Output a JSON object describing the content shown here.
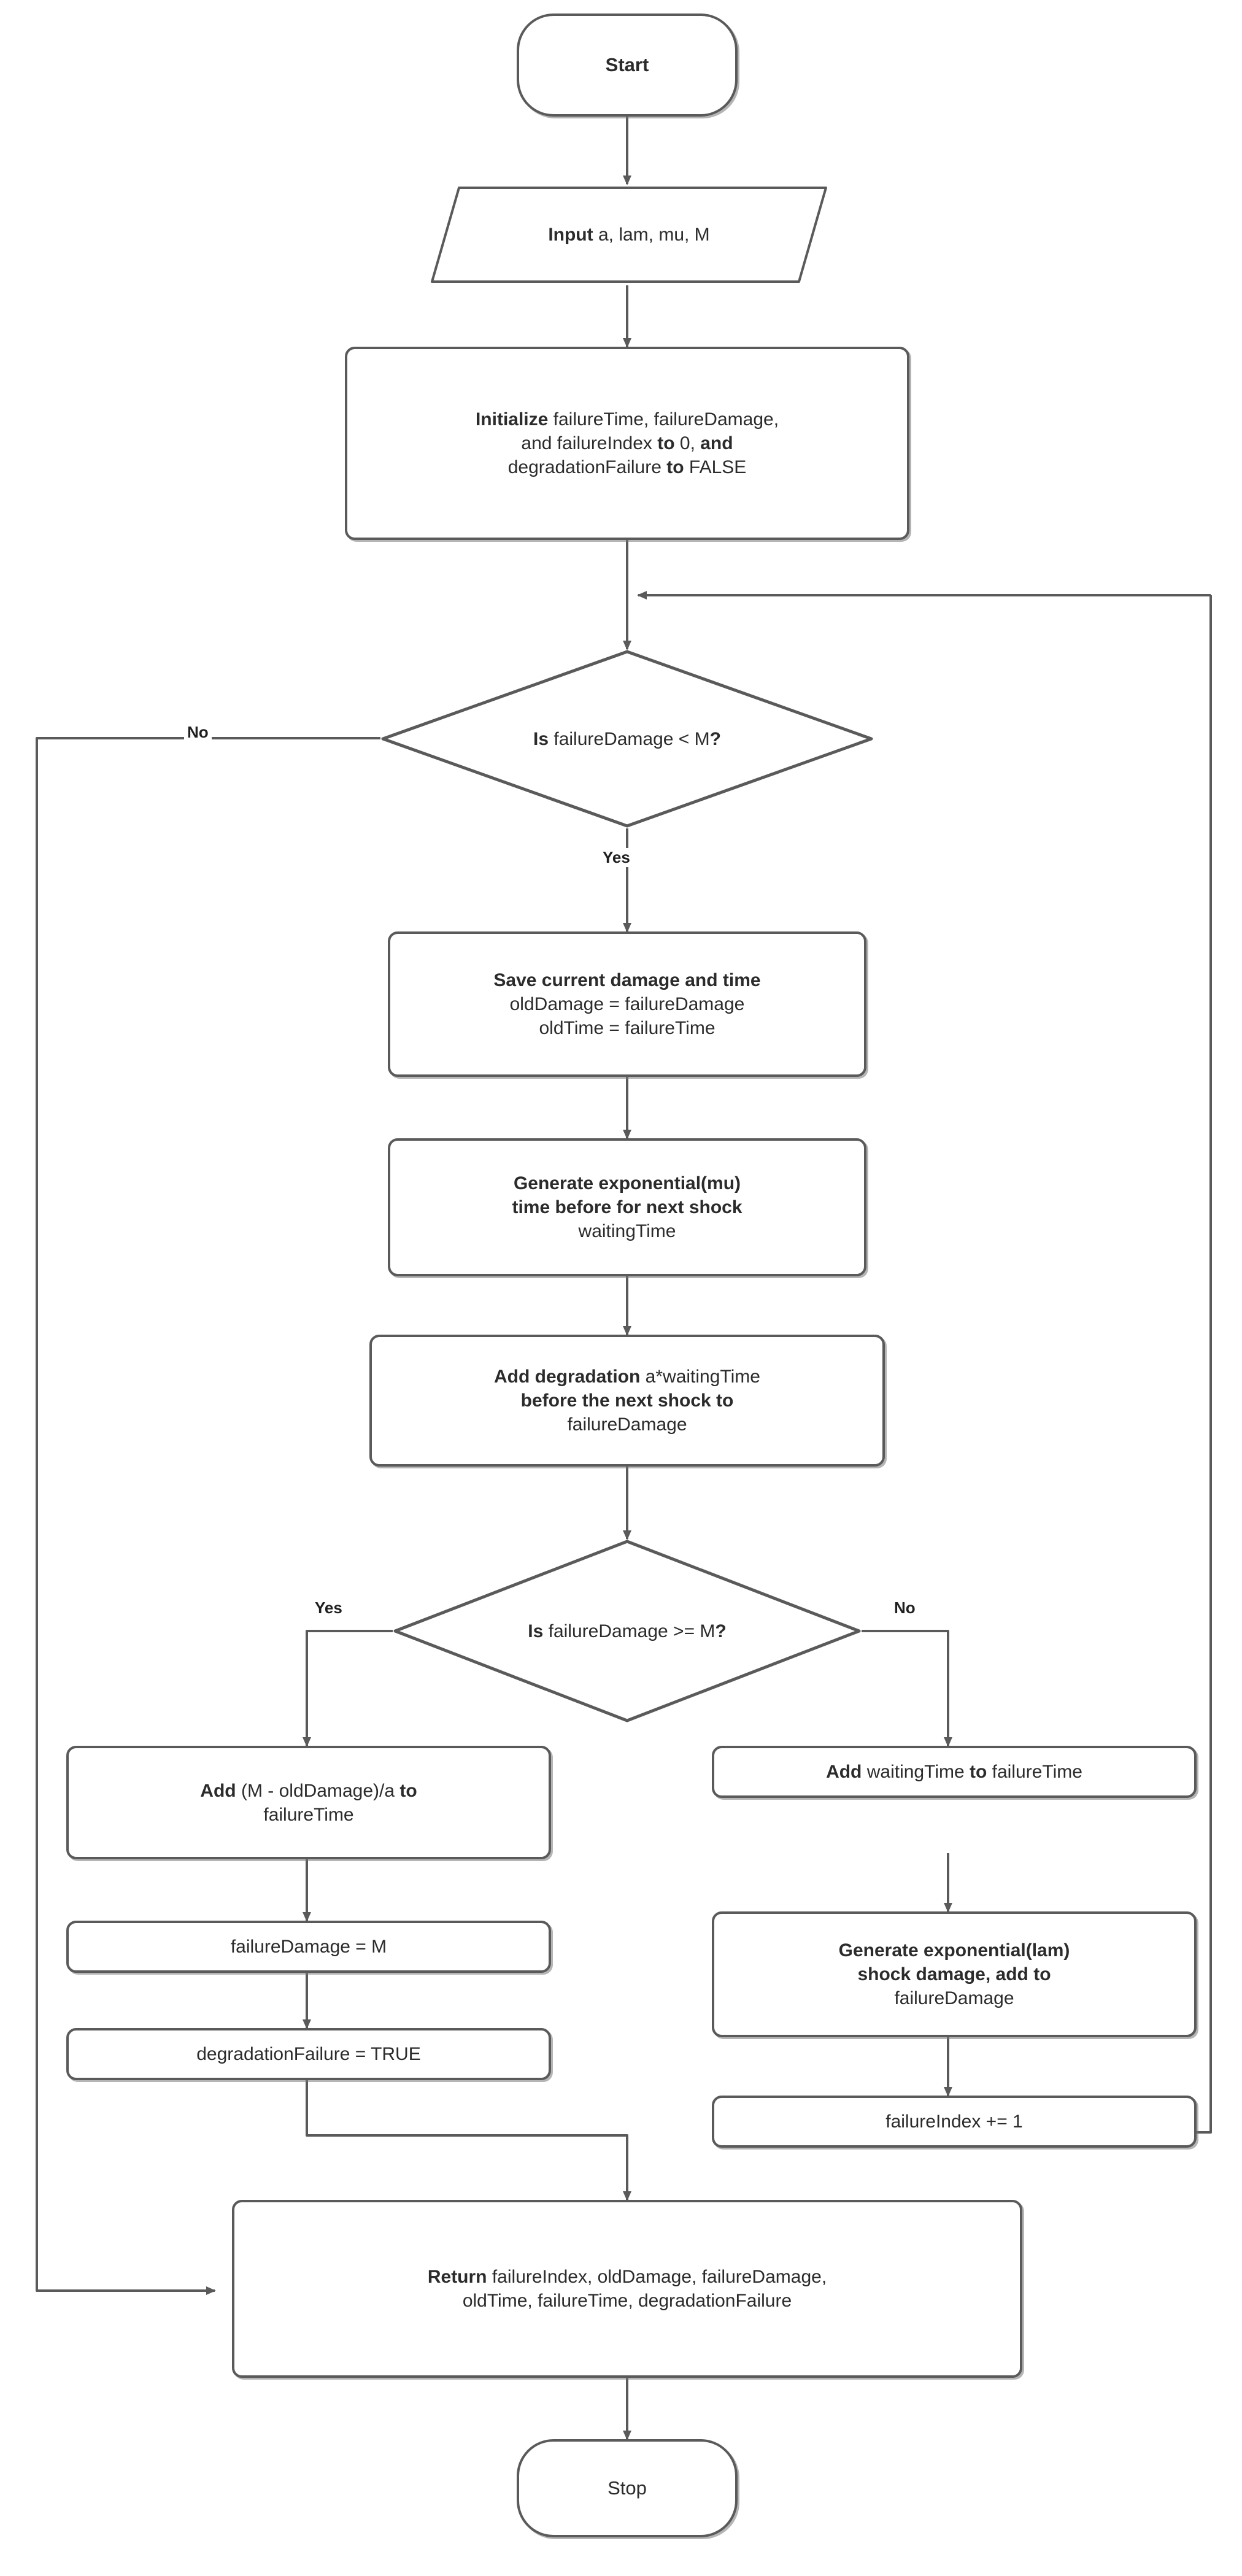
{
  "diagram": {
    "type": "flowchart",
    "title": "Shock and degradation failure simulation flowchart",
    "colors": {
      "stroke": "#5a5a5a",
      "text": "#2b2b2b",
      "background": "#ffffff",
      "edge": "#5a5a5a"
    },
    "nodes": {
      "start": {
        "label": "Start",
        "shape": "terminator"
      },
      "input": {
        "bold": "Input",
        "rest": " a, lam, mu, M",
        "shape": "parallelogram"
      },
      "initialize": {
        "shape": "process",
        "lines": [
          {
            "bold": "Initialize",
            "rest": " failureTime, failureDamage,"
          },
          {
            "pre": "and failureIndex ",
            "bold": "to",
            "rest": " 0, ",
            "bold2": "and"
          },
          {
            "pre": "degradationFailure ",
            "bold": "to",
            "rest": " FALSE"
          }
        ]
      },
      "decision1": {
        "bold": "Is",
        "rest": " failureDamage < M",
        "bold2": "?",
        "shape": "decision"
      },
      "save": {
        "shape": "process",
        "lines": [
          {
            "bold": "Save current damage and time"
          },
          {
            "rest": "oldDamage = failureDamage"
          },
          {
            "rest": "oldTime = failureTime"
          }
        ]
      },
      "gen_wait": {
        "shape": "process",
        "lines": [
          {
            "bold": "Generate exponential(mu)"
          },
          {
            "bold": "time before for next shock"
          },
          {
            "rest": "waitingTime"
          }
        ]
      },
      "add_degradation": {
        "shape": "process",
        "lines": [
          {
            "bold": "Add degradation",
            "rest": " a*waitingTime"
          },
          {
            "bold": "before the next shock to"
          },
          {
            "rest": "failureDamage"
          }
        ]
      },
      "decision2": {
        "bold": "Is",
        "rest": " failureDamage >= M",
        "bold2": "?",
        "shape": "decision"
      },
      "add_m_old": {
        "shape": "process",
        "lines": [
          {
            "bold": "Add",
            "rest": " (M - oldDamage)/a ",
            "bold2": "to"
          },
          {
            "rest": "failureTime"
          }
        ]
      },
      "set_damage_m": {
        "shape": "process",
        "lines": [
          {
            "rest": "failureDamage = M"
          }
        ]
      },
      "set_degradation_true": {
        "shape": "process",
        "lines": [
          {
            "rest": "degradationFailure = TRUE"
          }
        ]
      },
      "add_waiting": {
        "shape": "process",
        "lines": [
          {
            "bold": "Add",
            "rest": " waitingTime ",
            "bold2": "to",
            "rest2": " failureTime"
          }
        ]
      },
      "gen_shock": {
        "shape": "process",
        "lines": [
          {
            "bold": "Generate exponential(lam)"
          },
          {
            "bold": "shock damage, add to"
          },
          {
            "rest": "failureDamage"
          }
        ]
      },
      "inc_index": {
        "shape": "process",
        "lines": [
          {
            "rest": "failureIndex += 1"
          }
        ]
      },
      "return": {
        "shape": "process",
        "lines": [
          {
            "bold": "Return",
            "rest": " failureIndex, oldDamage, failureDamage,"
          },
          {
            "rest": "oldTime, failureTime, degradationFailure"
          }
        ]
      },
      "stop": {
        "label": "Stop",
        "shape": "terminator"
      }
    },
    "edge_labels": {
      "d1_no": "No",
      "d1_yes": "Yes",
      "d2_yes": "Yes",
      "d2_no": "No"
    }
  }
}
